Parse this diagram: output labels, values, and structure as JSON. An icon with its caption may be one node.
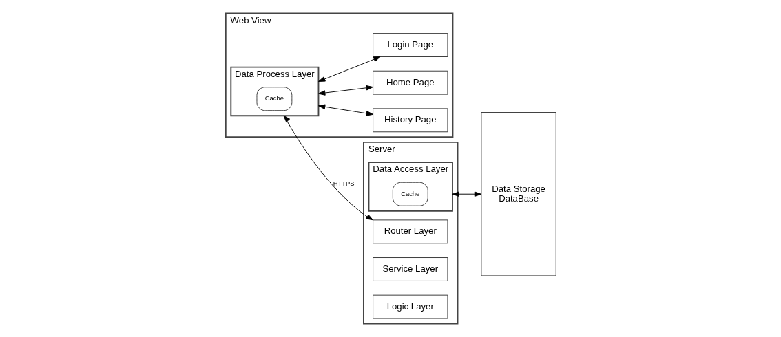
{
  "diagram": {
    "nodes": [
      {
        "text": [
          "Web View"
        ]
      },
      {
        "text": [
          "Data Process Layer"
        ],
        "in": 0
      },
      {
        "text": [
          "Cache"
        ],
        "in": 1
      },
      {
        "text": [
          "History Page"
        ],
        "in": 0
      },
      {
        "text": [
          "Home Page"
        ],
        "in": 0
      },
      {
        "text": [
          "Login Page"
        ],
        "in": 0
      },
      {
        "text": [
          "Server"
        ]
      },
      {
        "text": [
          "Router Layer"
        ],
        "in": 6
      },
      {
        "text": [
          "Service Layer"
        ],
        "in": 6
      },
      {
        "text": [
          "Logic Layer"
        ],
        "in": 6
      },
      {
        "text": [
          "Data Access Layer"
        ],
        "in": 6
      },
      {
        "text": [
          "Cache"
        ],
        "in": 10
      },
      {
        "text": [
          "Data Storage",
          "DataBase"
        ]
      }
    ],
    "edges": [
      {
        "from": 1,
        "to": 3,
        "arrow": "both"
      },
      {
        "from": 1,
        "to": 4,
        "arrow": "both"
      },
      {
        "from": 1,
        "to": 5,
        "arrow": "both"
      },
      {
        "from": 1,
        "to": 7,
        "arrow": "both",
        "label": "HTTPS"
      },
      {
        "from": 10,
        "to": 12,
        "arrow": "both"
      }
    ]
  }
}
